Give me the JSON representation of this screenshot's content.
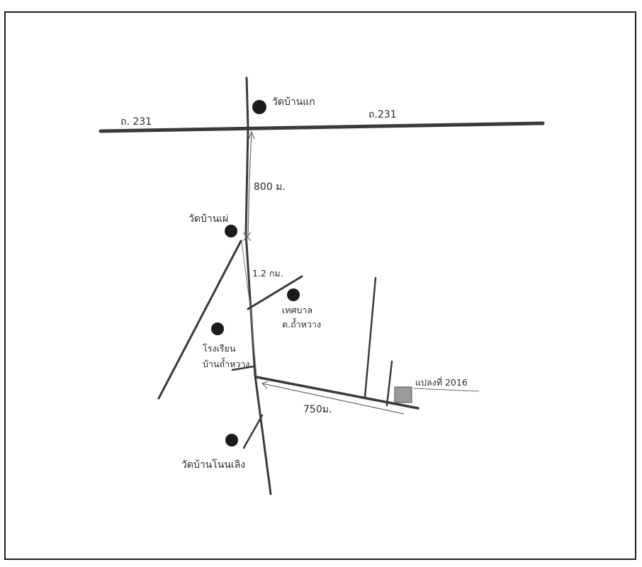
{
  "map": {
    "roads": {
      "highway_left_label": "ถ. 231",
      "highway_right_label": "ถ.231"
    },
    "distances": {
      "segment_1": "800 ม.",
      "segment_2": "1.2 กม.",
      "segment_3": "750ม."
    },
    "landmarks": {
      "temple_ban_kae": "วัดบ้านแก",
      "temple_ban_phai": "วัดบ้านเผ่",
      "municipality_line1": "เทศบาล",
      "municipality_line2": "ต.ถ้ำหวาง",
      "school_line1": "โรงเรียน",
      "school_line2": "บ้านถ้ำหวาง",
      "temple_ban_non": "วัดบ้านโนนเลิง",
      "plot_label": "แปลงที่ 2016"
    },
    "colors": {
      "ink": "#2a2a2a",
      "road_major": "#3a3a3a",
      "dot": "#1b1b1b",
      "plot_fill": "#9a9a9a"
    }
  }
}
